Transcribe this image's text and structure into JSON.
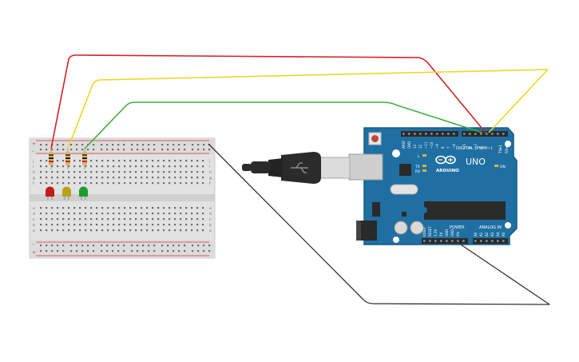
{
  "board": {
    "brand": "ARDUINO",
    "model": "UNO",
    "digital_header": "DIGITAL (PWM~)",
    "analog_header": "ANALOG IN",
    "power_header": "POWER",
    "on_label": "ON",
    "l_label": "L",
    "tx_label": "TX",
    "rx_label": "RX",
    "tx_pin": "TX▸1",
    "rx_pin": "RX◂0",
    "digital_pins": [
      "AREF",
      "GND",
      "13",
      "12",
      "~11",
      "~10",
      "~9",
      "8",
      "7",
      "~6",
      "~5",
      "4",
      "~3",
      "2"
    ],
    "analog_pins": [
      "A0",
      "A1",
      "A2",
      "A3",
      "A4",
      "A5"
    ],
    "power_pins": [
      "IOREF",
      "RESET",
      "3.3V",
      "5V",
      "GND",
      "GND",
      "Vin"
    ]
  },
  "breadboard": {
    "row_letters_top": [
      "j",
      "i",
      "h",
      "g",
      "f"
    ],
    "row_letters_bottom": [
      "e",
      "d",
      "c",
      "b",
      "a"
    ],
    "plus_label": "+",
    "minus_label": "-"
  },
  "leds": [
    {
      "color": "red",
      "hex": "#c41b1b"
    },
    {
      "color": "yellow",
      "hex": "#b8a21a"
    },
    {
      "color": "green",
      "hex": "#1f9c2b"
    }
  ],
  "wires": [
    {
      "color": "red",
      "hex": "#d42222"
    },
    {
      "color": "yellow",
      "hex": "#ecd626"
    },
    {
      "color": "green",
      "hex": "#3fae3a"
    },
    {
      "color": "black",
      "hex": "#333333"
    }
  ],
  "colors": {
    "board_blue": "#1f6fa2",
    "board_edge": "#155a86",
    "breadboard": "#e3e3e3",
    "usb_cable": "#2b2b2b"
  }
}
